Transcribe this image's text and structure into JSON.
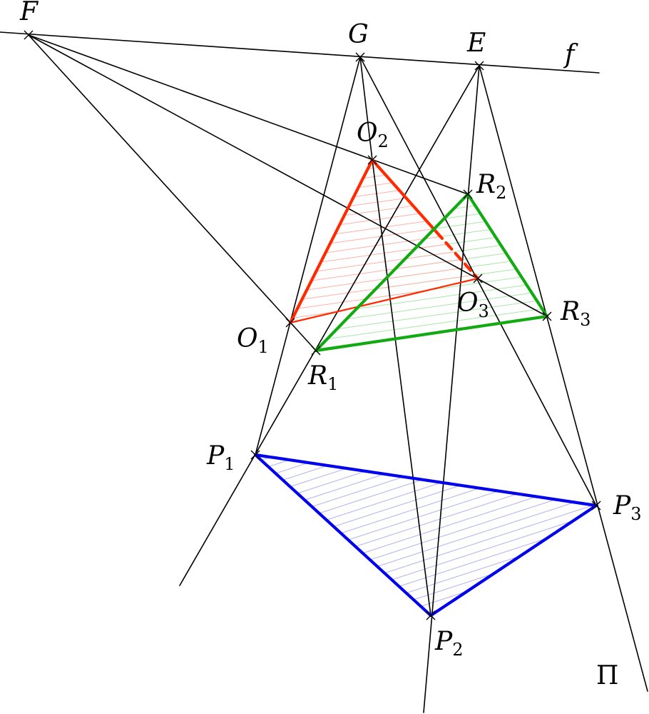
{
  "colors": {
    "line": "#000000",
    "red": "#ff2a00",
    "green": "#11aa11",
    "blue": "#0000ee",
    "red_hatch": "#ffb0a8",
    "green_hatch": "#a8e6a8",
    "blue_hatch": "#b0b0f0"
  },
  "labels": {
    "F": {
      "main": "F",
      "sub": ""
    },
    "G": {
      "main": "G",
      "sub": ""
    },
    "E": {
      "main": "E",
      "sub": ""
    },
    "f": {
      "main": "f",
      "sub": ""
    },
    "O1": {
      "main": "O",
      "sub": "1"
    },
    "O2": {
      "main": "O",
      "sub": "2"
    },
    "O3": {
      "main": "O",
      "sub": "3"
    },
    "R1": {
      "main": "R",
      "sub": "1"
    },
    "R2": {
      "main": "R",
      "sub": "2"
    },
    "R3": {
      "main": "R",
      "sub": "3"
    },
    "P1": {
      "main": "P",
      "sub": "1"
    },
    "P2": {
      "main": "P",
      "sub": "2"
    },
    "P3": {
      "main": "P",
      "sub": "3"
    },
    "Pi": {
      "main": "Π",
      "sub": ""
    }
  }
}
